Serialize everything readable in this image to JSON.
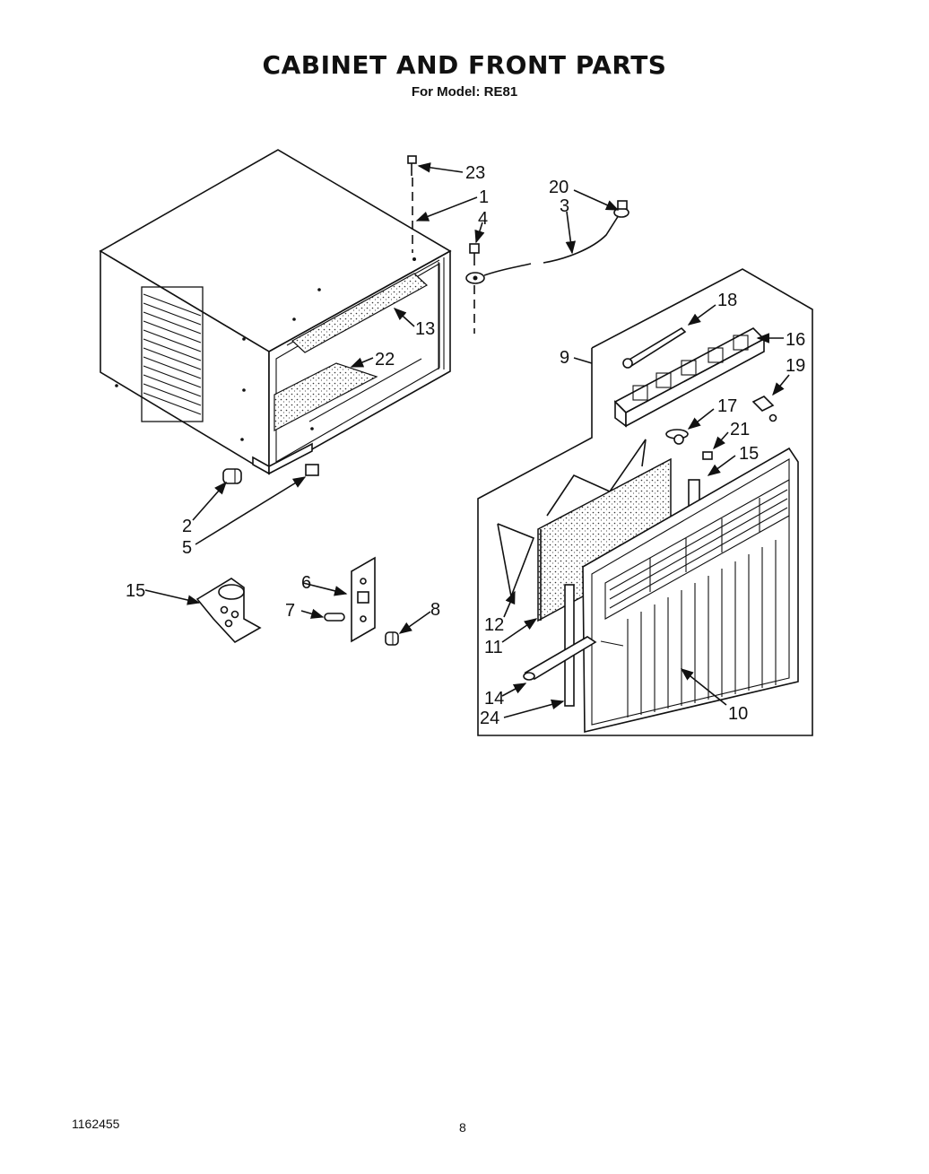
{
  "header": {
    "title": "CABINET AND FRONT PARTS",
    "subtitle": "For Model: RE81"
  },
  "footer": {
    "part_number": "1162455",
    "page_number": "8"
  },
  "callouts": {
    "c1": "1",
    "c2": "2",
    "c3": "3",
    "c4": "4",
    "c5": "5",
    "c6": "6",
    "c7": "7",
    "c8": "8",
    "c9": "9",
    "c10": "10",
    "c11": "11",
    "c12": "12",
    "c13": "13",
    "c14": "14",
    "c15a": "15",
    "c15b": "15",
    "c16": "16",
    "c17": "17",
    "c18": "18",
    "c19": "19",
    "c20": "20",
    "c21": "21",
    "c22": "22",
    "c23": "23",
    "c24": "24"
  }
}
